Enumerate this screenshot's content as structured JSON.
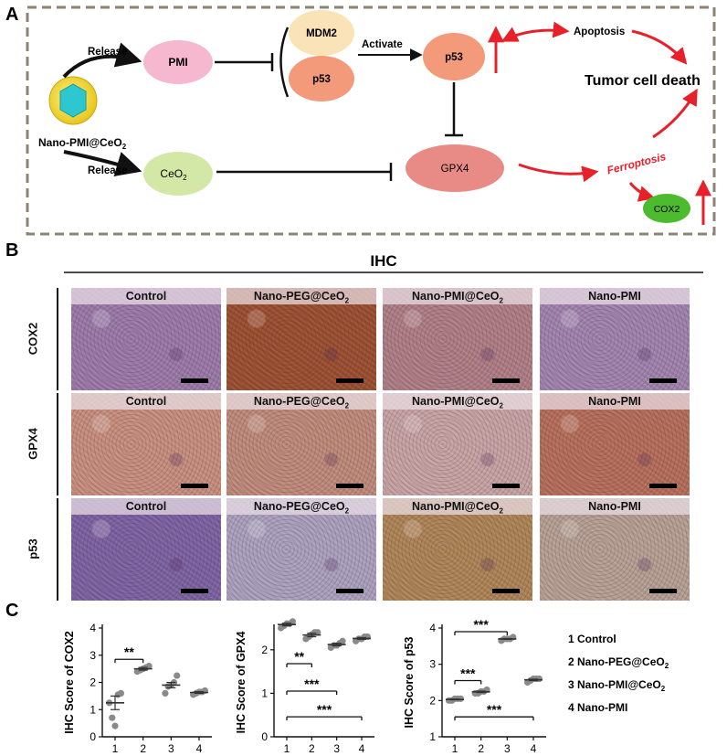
{
  "panels": {
    "a": "A",
    "b": "B",
    "c": "C"
  },
  "diagram": {
    "nodes": {
      "nano": "Nano-PMI@CeO",
      "nano_sub": "2",
      "pmi": "PMI",
      "ceo2": "CeO",
      "ceo2_sub": "2",
      "mdm2": "MDM2",
      "p53_left": "p53",
      "p53_right": "p53",
      "gpx4": "GPX4",
      "cox2": "COX2"
    },
    "labels": {
      "release_top": "Release",
      "release_bottom": "Release",
      "activate": "Activate",
      "apoptosis": "Apoptosis",
      "ferroptosis": "Ferroptosis",
      "tumor_death": "Tumor cell death"
    },
    "colors": {
      "pmi": "#f5b8cf",
      "ceo2": "#d3e8a6",
      "mdm2": "#fbe3b8",
      "p53": "#f29a79",
      "gpx4": "#e88a86",
      "cox2": "#4cbb2d",
      "red_arrow": "#e8202a",
      "dash_border": "#8c8373"
    }
  },
  "ihc": {
    "title": "IHC",
    "columns": [
      {
        "main": "Control",
        "sub": ""
      },
      {
        "main": "Nano-PEG@CeO",
        "sub": "2"
      },
      {
        "main": "Nano-PMI@CeO",
        "sub": "2"
      },
      {
        "main": "Nano-PMI",
        "sub": ""
      }
    ],
    "rows": [
      "COX2",
      "GPX4",
      "p53"
    ],
    "stain_colors": [
      [
        "#9c7aa8",
        "#9c4f2e",
        "#b07e85",
        "#a184ae"
      ],
      [
        "#c98f7d",
        "#c18b7a",
        "#c9a4a4",
        "#b76f58"
      ],
      [
        "#7d63a2",
        "#aca2bf",
        "#b08555",
        "#b7a093"
      ]
    ]
  },
  "chart_data": [
    {
      "type": "scatter",
      "ylabel": "IHC Score of COX2",
      "categories": [
        "1",
        "2",
        "3",
        "4"
      ],
      "ylim": [
        0,
        4
      ],
      "yticks": [
        "0",
        "1",
        "2",
        "3",
        "4"
      ],
      "points": [
        [
          1.25,
          0.7,
          0.4,
          1.55,
          1.6
        ],
        [
          2.4,
          2.45,
          2.5,
          2.55,
          2.6
        ],
        [
          1.6,
          1.85,
          1.9,
          2.0,
          2.25
        ],
        [
          1.55,
          1.6,
          1.65,
          1.65,
          1.7
        ]
      ],
      "means": [
        1.25,
        2.5,
        1.9,
        1.63
      ],
      "sem": [
        0.25,
        0.05,
        0.1,
        0.03
      ],
      "significance": [
        {
          "from": 1,
          "to": 2,
          "label": "**",
          "y": 2.85
        }
      ]
    },
    {
      "type": "scatter",
      "ylabel": "IHC Score of GPX4",
      "categories": [
        "1",
        "2",
        "3",
        "4"
      ],
      "ylim": [
        0,
        2.5
      ],
      "yticks": [
        "0",
        "1",
        "2"
      ],
      "points": [
        [
          2.5,
          2.55,
          2.6,
          2.6,
          2.65
        ],
        [
          2.25,
          2.3,
          2.35,
          2.4,
          2.4
        ],
        [
          2.05,
          2.1,
          2.1,
          2.15,
          2.2
        ],
        [
          2.2,
          2.25,
          2.25,
          2.3,
          2.3
        ]
      ],
      "means": [
        2.58,
        2.34,
        2.12,
        2.26
      ],
      "sem": [
        0.03,
        0.04,
        0.03,
        0.02
      ],
      "significance": [
        {
          "from": 1,
          "to": 2,
          "label": "**",
          "y": 1.68
        },
        {
          "from": 1,
          "to": 3,
          "label": "***",
          "y": 1.05
        },
        {
          "from": 1,
          "to": 4,
          "label": "***",
          "y": 0.46
        }
      ]
    },
    {
      "type": "scatter",
      "ylabel": "IHC Score of p53",
      "categories": [
        "1",
        "2",
        "3",
        "4"
      ],
      "ylim": [
        1,
        4
      ],
      "yticks": [
        "1",
        "2",
        "3",
        "4"
      ],
      "points": [
        [
          2.0,
          2.0,
          2.05,
          2.05,
          2.05
        ],
        [
          2.2,
          2.2,
          2.25,
          2.25,
          2.3
        ],
        [
          3.65,
          3.7,
          3.7,
          3.7,
          3.75
        ],
        [
          2.5,
          2.55,
          2.6,
          2.6,
          2.6
        ]
      ],
      "means": [
        2.03,
        2.24,
        3.7,
        2.57
      ],
      "sem": [
        0.01,
        0.02,
        0.01,
        0.02
      ],
      "significance": [
        {
          "from": 1,
          "to": 3,
          "label": "***",
          "y": 3.9
        },
        {
          "from": 1,
          "to": 2,
          "label": "***",
          "y": 2.55
        },
        {
          "from": 1,
          "to": 4,
          "label": "***",
          "y": 1.55
        }
      ]
    }
  ],
  "legend": [
    {
      "text": "1 Control",
      "sub": ""
    },
    {
      "text": "2 Nano-PEG@CeO",
      "sub": "2"
    },
    {
      "text": "3 Nano-PMI@CeO",
      "sub": "2"
    },
    {
      "text": "4 Nano-PMI",
      "sub": ""
    }
  ]
}
